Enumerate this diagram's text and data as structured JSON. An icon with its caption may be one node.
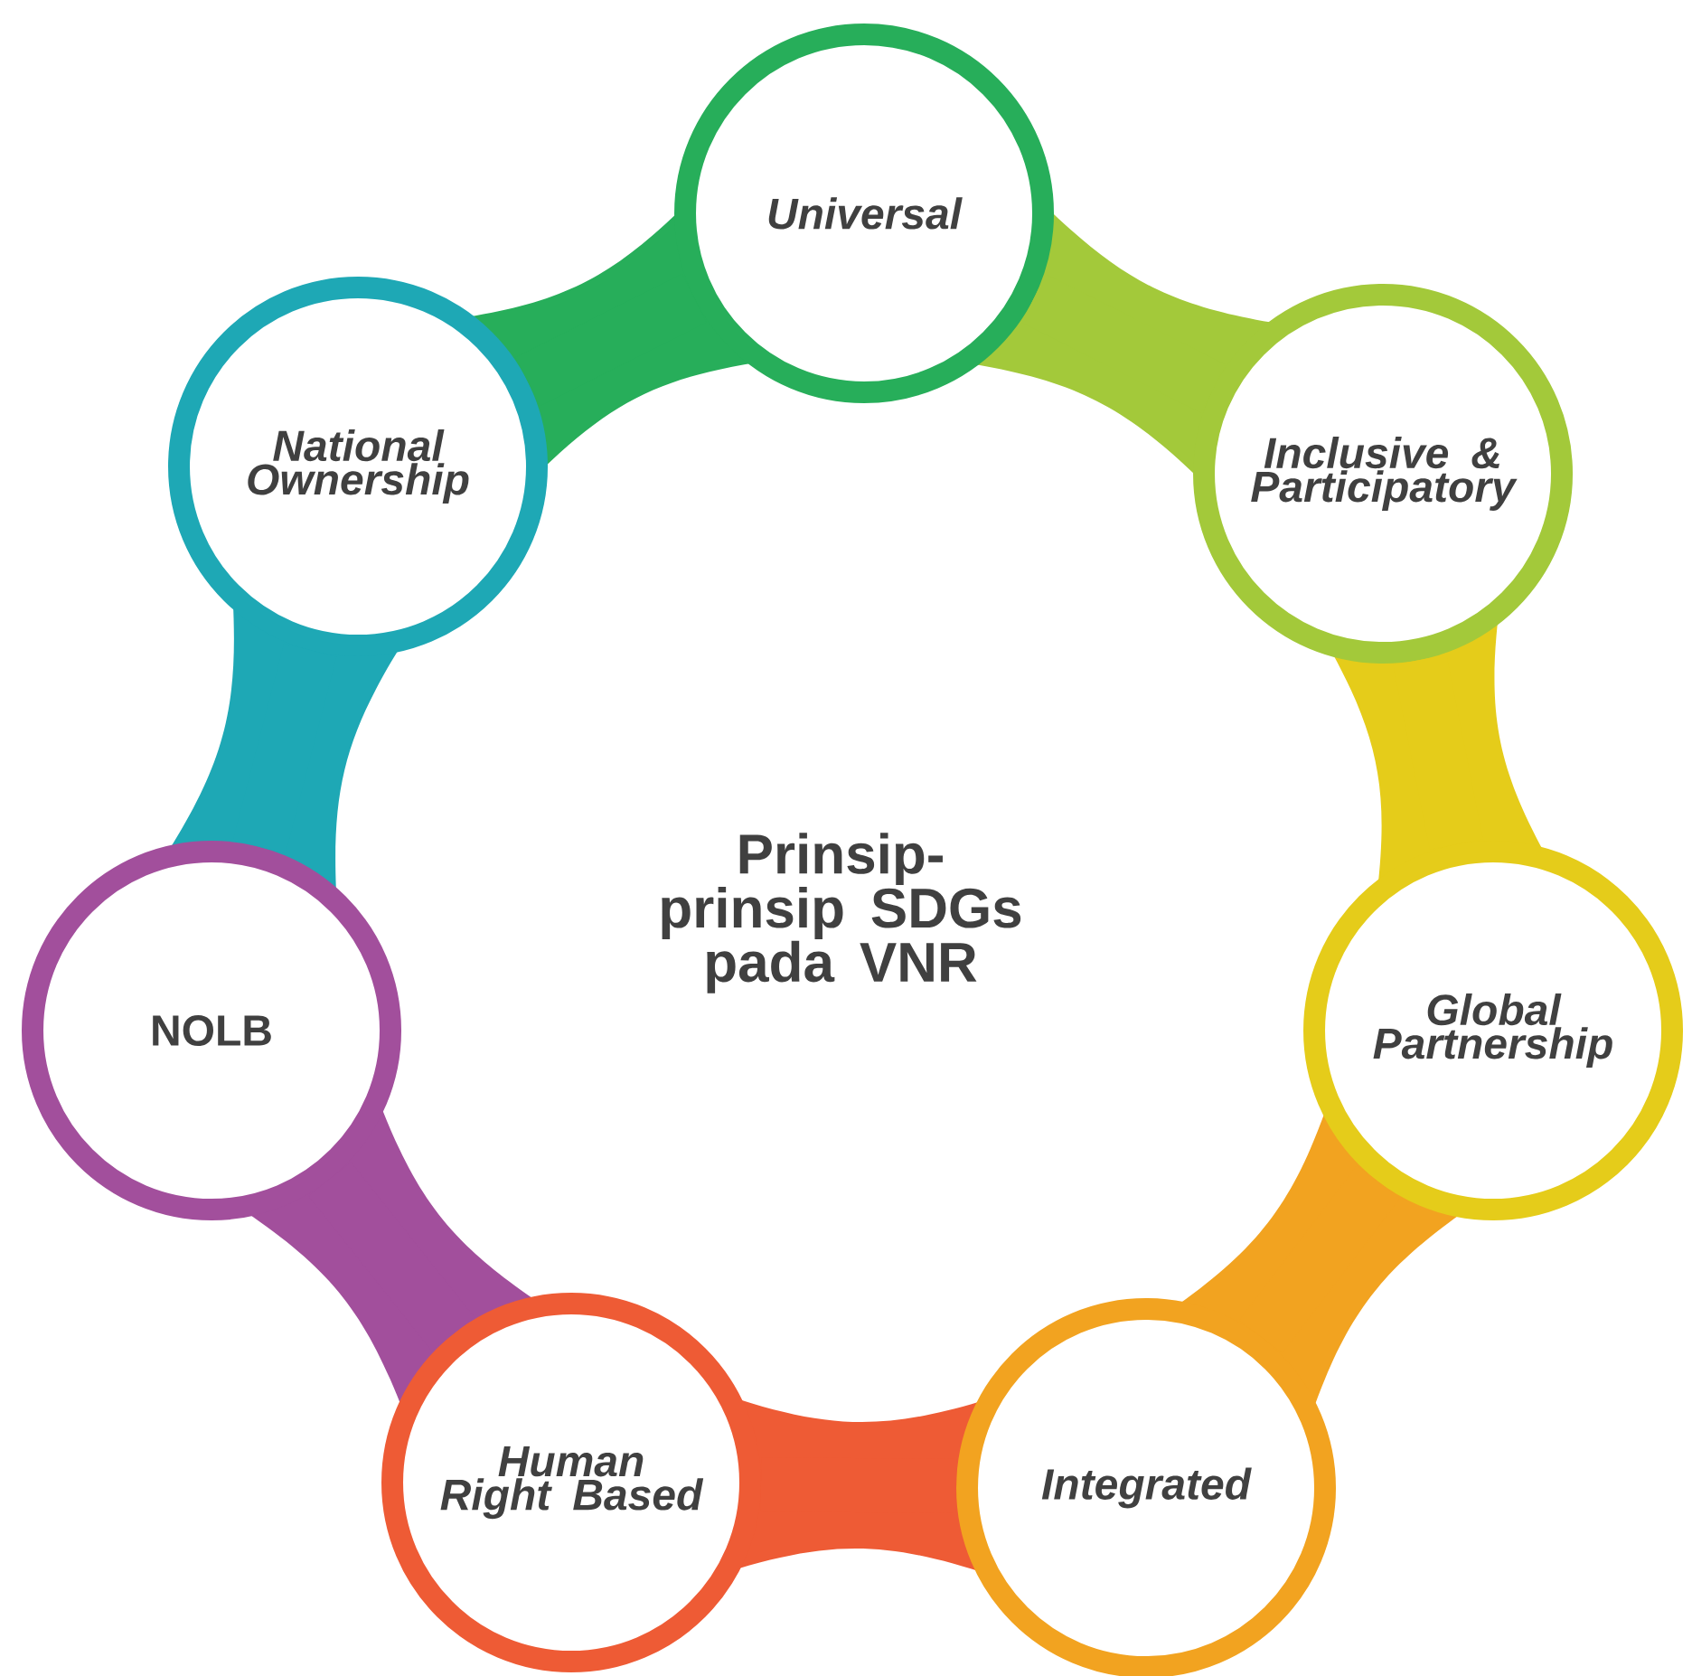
{
  "diagram": {
    "nodes": [
      {
        "text": [
          "Universal"
        ]
      },
      {
        "text": [
          "National Ownership"
        ]
      },
      {
        "text": [
          "Inclusive & Participatory"
        ]
      },
      {
        "text": [
          "Prinsip-prinsip SDGs pada VNR"
        ]
      },
      {
        "text": [
          "NOLB"
        ]
      },
      {
        "text": [
          "Global Partnership"
        ]
      },
      {
        "text": [
          "Human Right Based"
        ]
      },
      {
        "text": [
          "Integrated"
        ]
      }
    ],
    "edges": [
      {
        "from": 1,
        "to": 0,
        "arrow": "none",
        "color": "#27ae5a"
      },
      {
        "from": 0,
        "to": 2,
        "arrow": "none",
        "color": "#a3c93a"
      },
      {
        "from": 2,
        "to": 5,
        "arrow": "none",
        "color": "#e5cc1a"
      },
      {
        "from": 5,
        "to": 7,
        "arrow": "none",
        "color": "#f2a320"
      },
      {
        "from": 7,
        "to": 6,
        "arrow": "none",
        "color": "#ee5b35"
      },
      {
        "from": 6,
        "to": 4,
        "arrow": "none",
        "color": "#a24f9c"
      },
      {
        "from": 4,
        "to": 1,
        "arrow": "none",
        "color": "#1ea8b5"
      }
    ]
  }
}
